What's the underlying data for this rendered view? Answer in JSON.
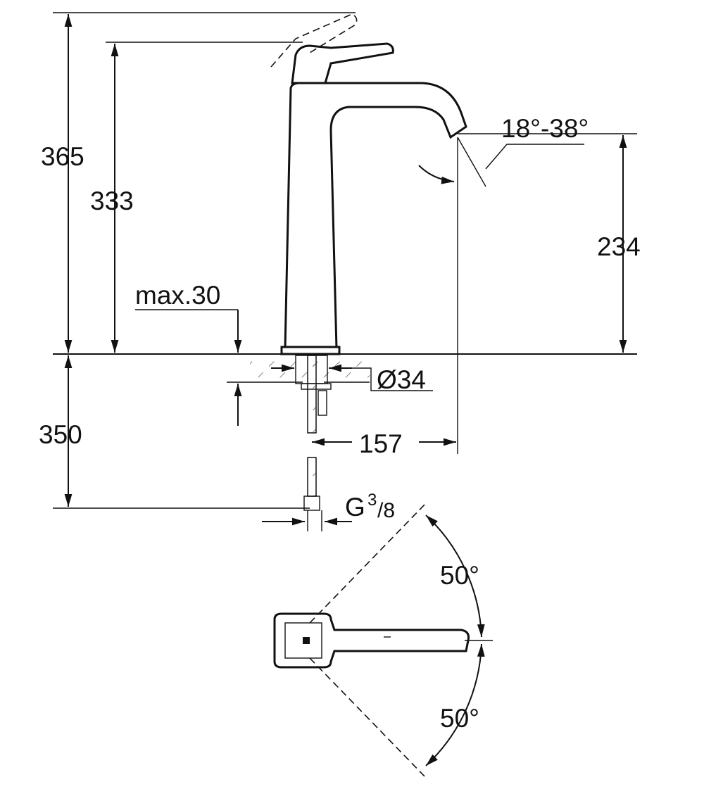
{
  "title": "Basin mixer dimension drawing",
  "dimensions": {
    "total_height": "365",
    "lever_height": "333",
    "max_counter": "max.30",
    "spout_angle": "18°-38°",
    "spout_height": "234",
    "hole_diameter": "Ø34",
    "below_counter": "350",
    "projection": "157",
    "connection_g": "G",
    "connection_num": "3",
    "connection_den": "/8",
    "lever_angle_up": "50°",
    "lever_angle_down": "50°"
  }
}
